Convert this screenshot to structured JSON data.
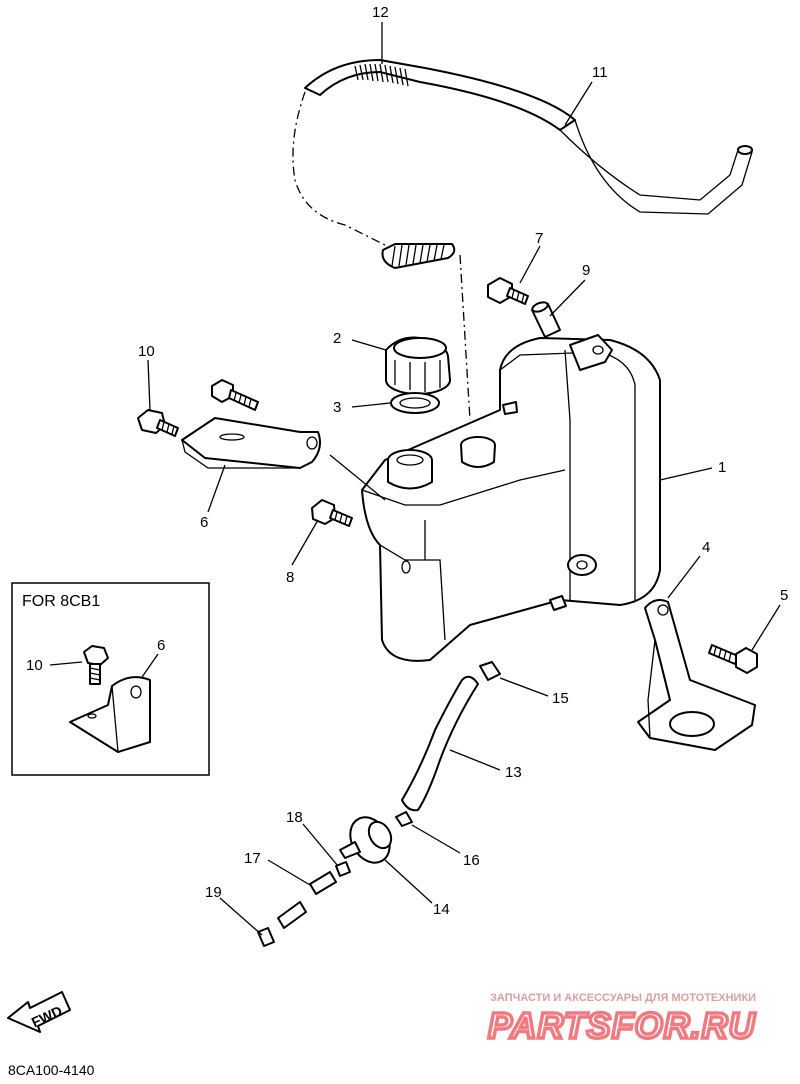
{
  "diagram": {
    "callouts": [
      "1",
      "2",
      "3",
      "4",
      "5",
      "6",
      "7",
      "8",
      "9",
      "10",
      "11",
      "12",
      "13",
      "14",
      "15",
      "16",
      "17",
      "18",
      "19"
    ],
    "inset": {
      "title": "FOR 8CB1",
      "callouts": [
        "10",
        "6"
      ]
    },
    "fwd_label": "FWD",
    "figure_code": "8CA100-4140",
    "watermark": {
      "tagline": "ЗАПЧАСТИ И АКСЕССУАРЫ ДЛЯ МОТОТЕХНИКИ",
      "brand": "PARTSFOR.RU",
      "color": "#f07a80"
    }
  }
}
